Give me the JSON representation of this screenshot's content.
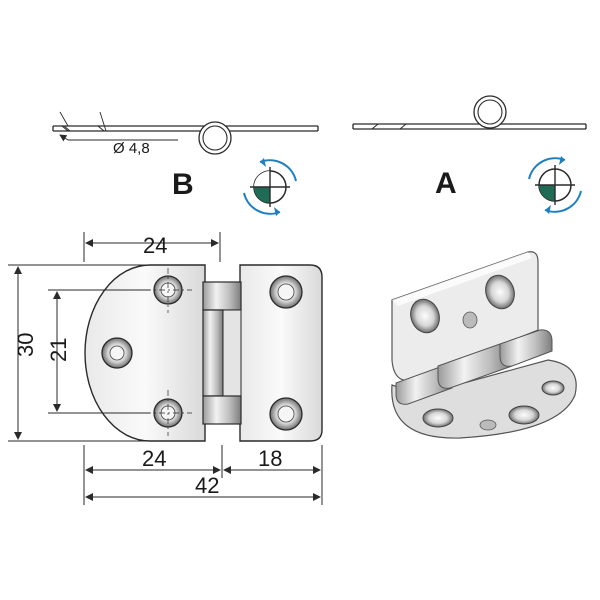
{
  "labels": {
    "diameter": "Ø 4,8",
    "side_b": "B",
    "side_a": "A"
  },
  "dimensions": {
    "top_width": "24",
    "overall_height": "30",
    "hole_spacing": "21",
    "bottom_left": "24",
    "bottom_right": "18",
    "overall_width": "42"
  },
  "colors": {
    "outline": "#2a2a2a",
    "metal_light": "#f4f4f4",
    "metal_mid": "#cfcfcf",
    "metal_dark": "#8a8a8a",
    "rotation_arrow": "#1e7fc0",
    "dial_fill": "#1f6b55"
  },
  "icons": [
    "rotation-dial-icon-b",
    "rotation-dial-icon-a"
  ]
}
